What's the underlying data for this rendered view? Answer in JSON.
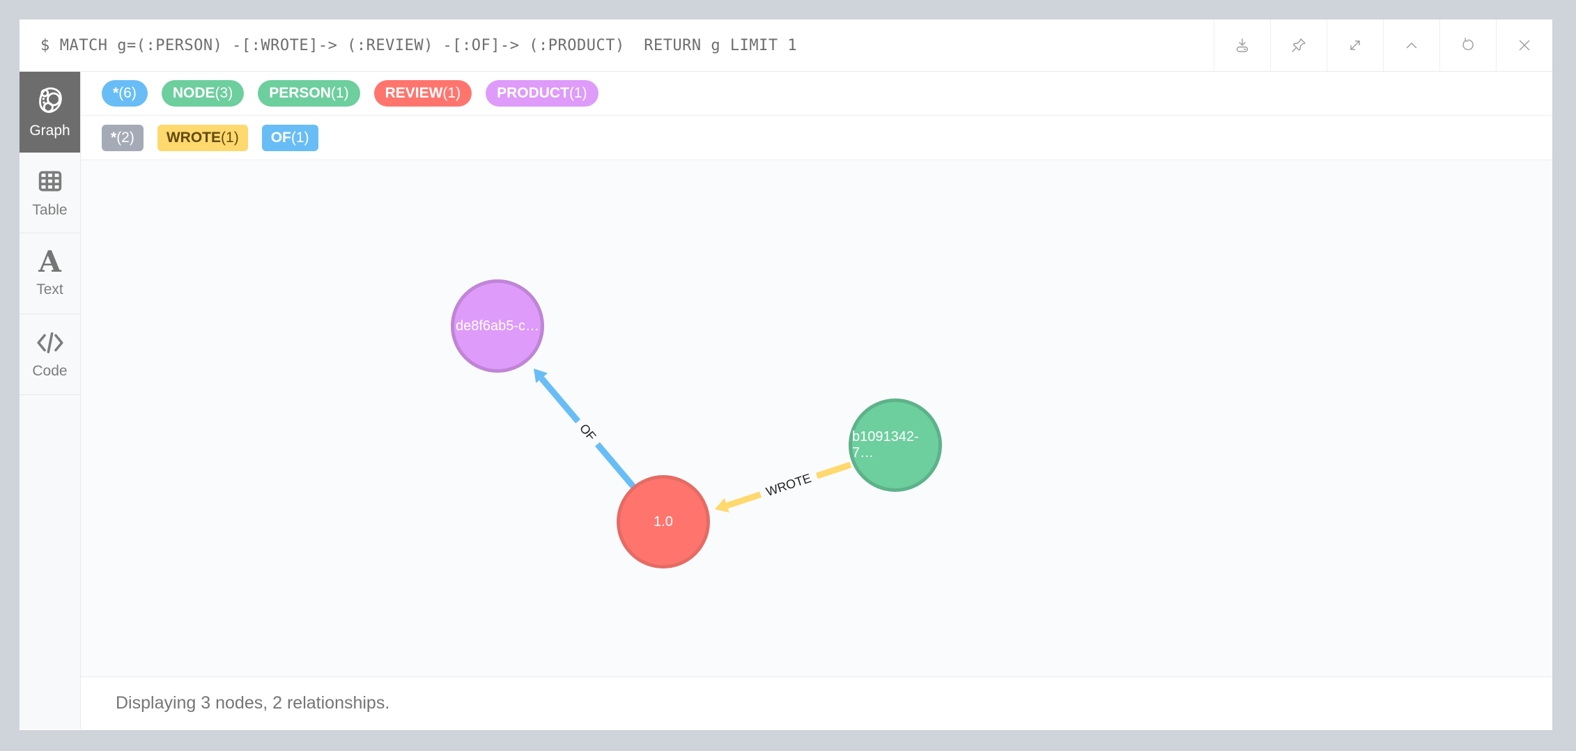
{
  "query_bar": {
    "prompt": "$",
    "query": "MATCH g=(:PERSON) -[:WROTE]-> (:REVIEW) -[:OF]-> (:PRODUCT)  RETURN g LIMIT 1",
    "actions": [
      {
        "name": "download"
      },
      {
        "name": "pin"
      },
      {
        "name": "fullscreen"
      },
      {
        "name": "collapse"
      },
      {
        "name": "refresh"
      },
      {
        "name": "close"
      }
    ]
  },
  "sidebar": {
    "tabs": [
      {
        "label": "Graph"
      },
      {
        "label": "Table"
      },
      {
        "label": "Text"
      },
      {
        "label": "Code"
      }
    ]
  },
  "badges": {
    "nodes": [
      {
        "label": "*",
        "count": "(6)",
        "color": "#68bdf6",
        "text": "#ffffff"
      },
      {
        "label": "NODE",
        "count": "(3)",
        "color": "#6dce9e",
        "text": "#ffffff"
      },
      {
        "label": "PERSON",
        "count": "(1)",
        "color": "#6dce9e",
        "text": "#ffffff"
      },
      {
        "label": "REVIEW",
        "count": "(1)",
        "color": "#ff756e",
        "text": "#ffffff"
      },
      {
        "label": "PRODUCT",
        "count": "(1)",
        "color": "#de9bf9",
        "text": "#ffffff"
      }
    ],
    "relationships": [
      {
        "label": "*",
        "count": "(2)",
        "color": "#a5abb6",
        "text": "#ffffff"
      },
      {
        "label": "WROTE",
        "count": "(1)",
        "color": "#ffd86e",
        "text": "#604a0e"
      },
      {
        "label": "OF",
        "count": "(1)",
        "color": "#68bdf6",
        "text": "#ffffff"
      }
    ]
  },
  "graph": {
    "nodes": [
      {
        "label": "de8f6ab5-c…",
        "fill": "#de9bf9",
        "border": "#bf85d6"
      },
      {
        "label": "1.0",
        "fill": "#ff756e",
        "border": "#e56b64"
      },
      {
        "label": "b1091342-7…",
        "fill": "#6dce9e",
        "border": "#5cb389"
      }
    ],
    "relationships": [
      {
        "type": "OF",
        "color": "#68bdf6"
      },
      {
        "type": "WROTE",
        "color": "#ffd86e"
      }
    ]
  },
  "status_bar": {
    "text": "Displaying 3 nodes, 2 relationships."
  }
}
